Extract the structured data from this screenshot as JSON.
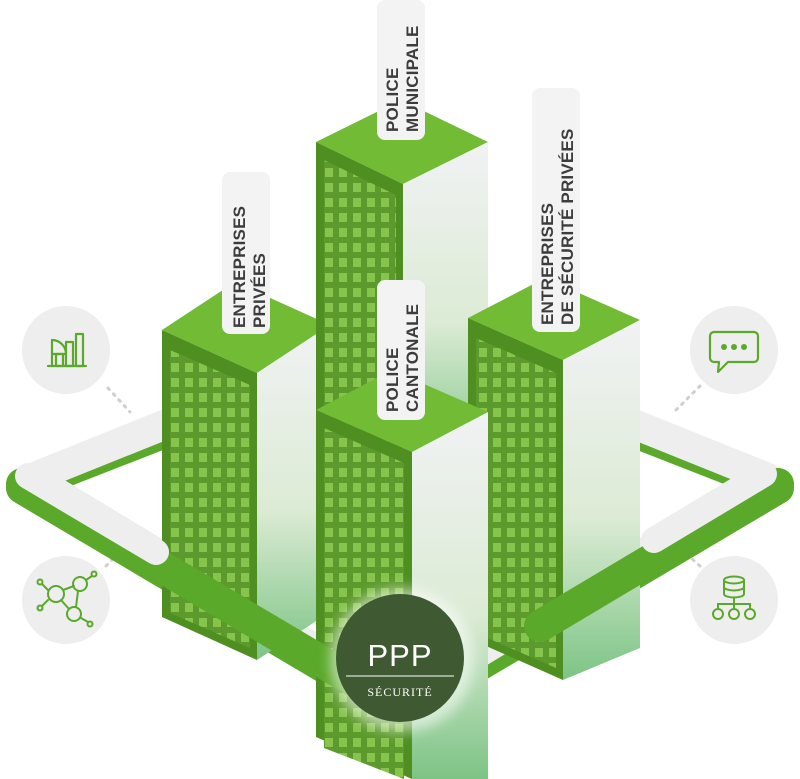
{
  "buildings": {
    "entreprises_privees": {
      "line1": "ENTREPRISES",
      "line2": "PRIVÉES"
    },
    "police_municipale": {
      "line1": "POLICE",
      "line2": "MUNICIPALE"
    },
    "police_cantonale": {
      "line1": "POLICE",
      "line2": "CANTONALE"
    },
    "entreprises_securite": {
      "line1": "ENTREPRISES",
      "line2": "DE SÉCURITÉ PRIVÉES"
    }
  },
  "center_badge": {
    "title": "PPP",
    "subtitle": "SÉCURITÉ"
  },
  "icons": {
    "top_left": "bar-chart-icon",
    "top_right": "chat-bubble-icon",
    "bottom_left": "network-people-icon",
    "bottom_right": "database-people-icon"
  },
  "colors": {
    "green": "#6ab42d",
    "green_dark": "#4b8a1f",
    "badge": "#3f5a32",
    "label_box": "#f3f3f3",
    "icon_circle": "#eeeeee"
  }
}
